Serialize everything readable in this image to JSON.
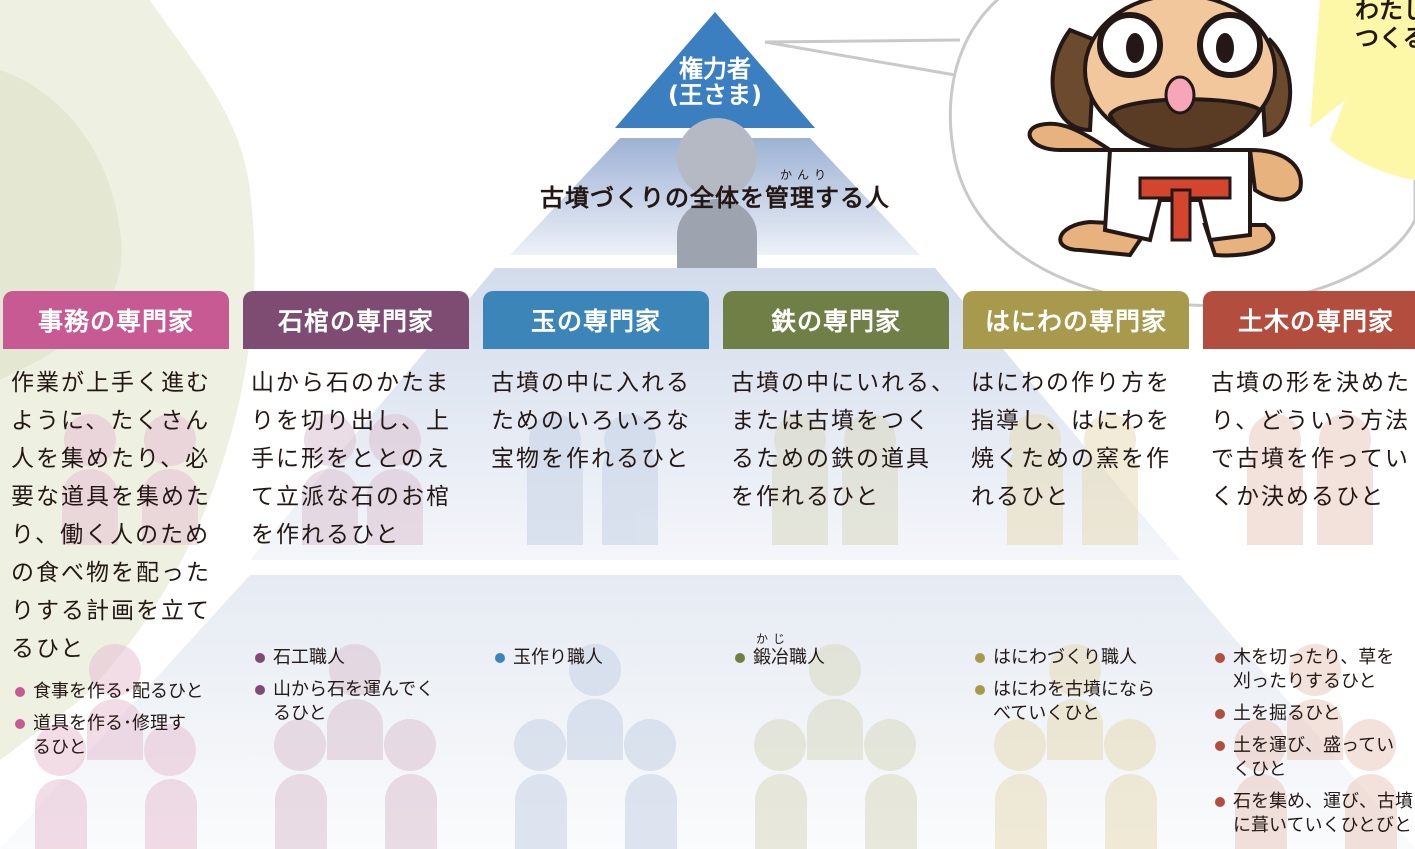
{
  "top": {
    "label_line1": "権力者",
    "label_line2": "(王さま)"
  },
  "manager": {
    "label": "古墳づくりの全体を管理する人",
    "ruby": "かんり"
  },
  "bubble": {
    "line1": "わたし",
    "line2": "つくる"
  },
  "columns": [
    {
      "header": "事務の専門家",
      "color": "#c85a93",
      "desc": [
        "作業が上手く進む",
        "ように、たくさん",
        "人を集めたり、必",
        "要な道具を集めた",
        "り、働く人のため",
        "の食べ物を配った",
        "りする計画を立て",
        "るひと"
      ],
      "items": [
        [
          "食事を作る･配るひと"
        ],
        [
          "道具を作る･修理す",
          "るひと"
        ]
      ]
    },
    {
      "header": "石棺の専門家",
      "color": "#7e4b72",
      "desc": [
        "山から石のかたま",
        "りを切り出し、上",
        "手に形をととのえ",
        "て立派な石のお棺",
        "を作れるひと"
      ],
      "items": [
        [
          "石工職人"
        ],
        [
          "山から石を運んでく",
          "るひと"
        ]
      ]
    },
    {
      "header": "玉の専門家",
      "color": "#3c85b8",
      "desc": [
        "古墳の中に入れる",
        "ためのいろいろな",
        "宝物を作れるひと"
      ],
      "items": [
        [
          "玉作り職人"
        ]
      ]
    },
    {
      "header": "鉄の専門家",
      "color": "#6f7f45",
      "desc": [
        "古墳の中にいれる、",
        "または古墳をつく",
        "るための鉄の道具",
        "を作れるひと"
      ],
      "items": [
        [
          "鍛冶職人"
        ]
      ],
      "ruby": "かじ"
    },
    {
      "header": "はにわの専門家",
      "color": "#a89a4c",
      "desc": [
        "はにわの作り方を",
        "指導し、はにわを",
        "焼くための窯を作",
        "れるひと"
      ],
      "items": [
        [
          "はにわづくり職人"
        ],
        [
          "はにわを古墳になら",
          "べていくひと"
        ]
      ]
    },
    {
      "header": "土木の専門家",
      "color": "#b34e3f",
      "desc": [
        "古墳の形を決めた",
        "り、どういう方法",
        "で古墳を作ってい",
        "くか決めるひと"
      ],
      "items": [
        [
          "木を切ったり、草を",
          "刈ったりするひと"
        ],
        [
          "土を掘るひと"
        ],
        [
          "土を運び、盛ってい",
          "くひと"
        ],
        [
          "石を集め、運び、古墳",
          "に葺いていくひとびと"
        ]
      ]
    }
  ]
}
